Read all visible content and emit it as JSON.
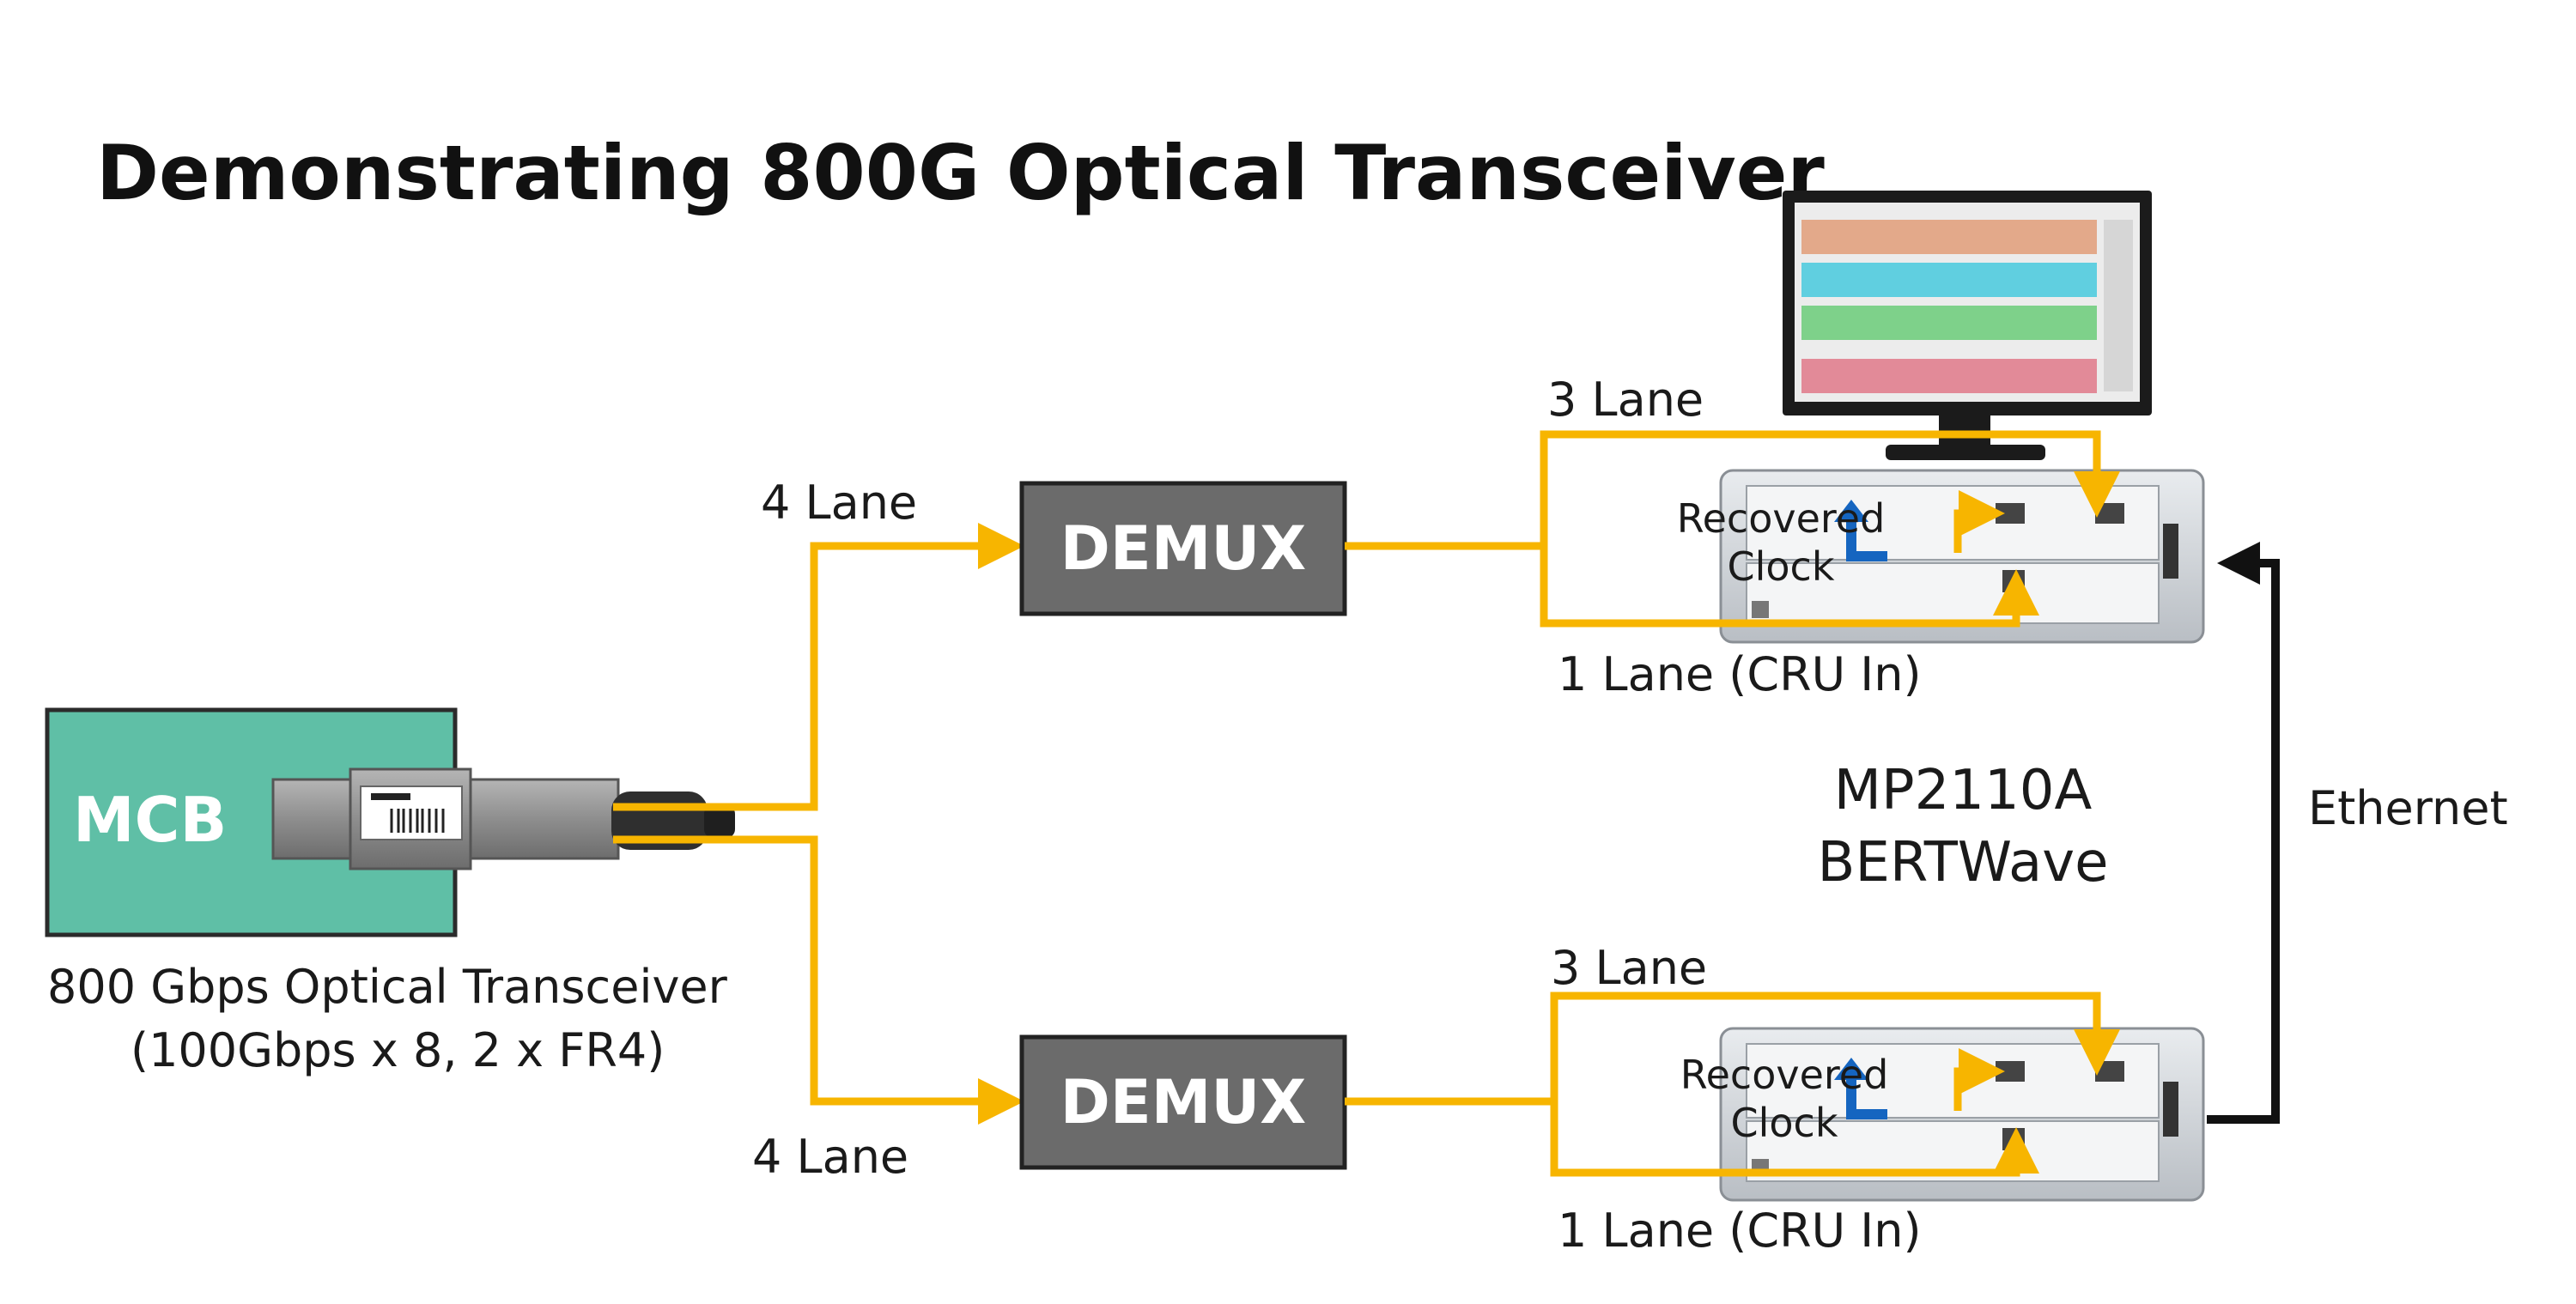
{
  "title": "Demonstrating 800G Optical Transceiver",
  "colors": {
    "fiber": "#f7b500",
    "demux_box": "#6b6b6b",
    "mcb_board": "#5fbfa6",
    "clock_arrow": "#1565c0",
    "ethernet_line": "#111111"
  },
  "mcb": {
    "label": "MCB"
  },
  "transceiver": {
    "caption_line1": "800 Gbps  Optical Transceiver",
    "caption_line2": "(100Gbps  x 8, 2 x FR4)"
  },
  "upper_path": {
    "lane_in": "4 Lane",
    "demux": "DEMUX",
    "lane_top": "3 Lane",
    "lane_bottom": "1 Lane (CRU In)",
    "recovered_line1": "Recovered",
    "recovered_line2": "Clock"
  },
  "lower_path": {
    "lane_in": "4 Lane",
    "demux": "DEMUX",
    "lane_top": "3 Lane",
    "lane_bottom": "1 Lane (CRU In)",
    "recovered_line1": "Recovered",
    "recovered_line2": "Clock"
  },
  "instrument": {
    "model": "MP2110A",
    "name": "BERTWave"
  },
  "ethernet": {
    "label": "Ethernet"
  }
}
